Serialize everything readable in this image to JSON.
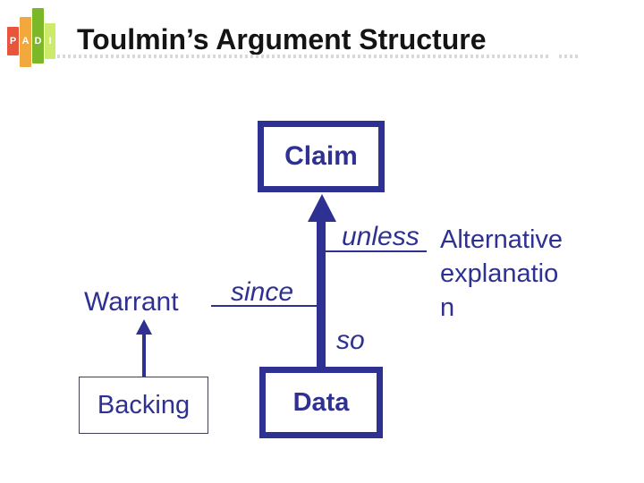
{
  "slide": {
    "title": "Toulmin’s Argument Structure"
  },
  "logo": {
    "name": "PADI",
    "bars": [
      {
        "letter": "P",
        "color": "#e8553d"
      },
      {
        "letter": "A",
        "color": "#f3a83d"
      },
      {
        "letter": "D",
        "color": "#7cb728"
      },
      {
        "letter": "I",
        "color": "#cdea6b"
      }
    ]
  },
  "diagram": {
    "boxes": {
      "claim": "Claim",
      "data": "Data",
      "backing": "Backing"
    },
    "labels": {
      "warrant": "Warrant",
      "unless": "unless",
      "since": "since",
      "so": "so",
      "alternative": {
        "text": "Alternative explanation",
        "lines": [
          "Alternative",
          "explanatio",
          "n"
        ]
      }
    }
  },
  "colors": {
    "accent": "#2e3192",
    "title_text": "#141414",
    "dotted_line": "#d8d8d8",
    "backing_border": "#3f4157"
  }
}
